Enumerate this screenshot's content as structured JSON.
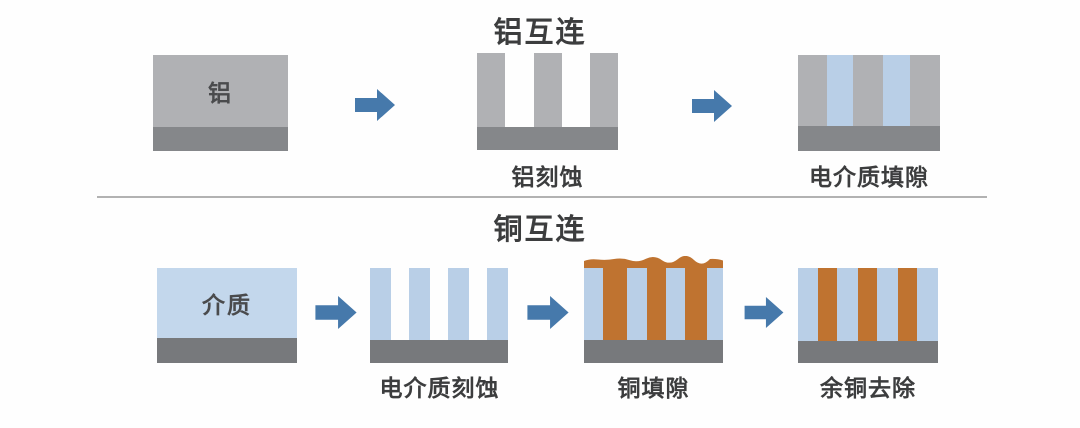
{
  "top_row": {
    "title": "铝互连",
    "steps": [
      {
        "name": "aluminum-deposit",
        "block_label": "铝",
        "caption": ""
      },
      {
        "name": "aluminum-etch",
        "caption": "铝刻蚀"
      },
      {
        "name": "dielectric-gap-fill",
        "caption": "电介质填隙"
      }
    ]
  },
  "bottom_row": {
    "title": "铜互连",
    "steps": [
      {
        "name": "dielectric-deposit",
        "block_label": "介质",
        "caption": ""
      },
      {
        "name": "dielectric-etch",
        "caption": "电介质刻蚀"
      },
      {
        "name": "copper-gap-fill",
        "caption": "铜填隙"
      },
      {
        "name": "excess-copper-removal",
        "caption": "余铜去除"
      }
    ]
  },
  "icons": {
    "arrow": "right-block-arrow"
  },
  "colors": {
    "background": "#fefefe",
    "aluminum_gray": "#b0b1b4",
    "substrate_gray": "#85878a",
    "substrate_gray_dark": "#77797c",
    "dielectric_blue": "#c3d7ec",
    "dielectric_blue_deep": "#b9cfe7",
    "copper_orange": "#bf7330",
    "arrow_blue": "#4679ab",
    "text_dark": "#3c3d3e",
    "divider_gray": "#b2b2b2"
  }
}
